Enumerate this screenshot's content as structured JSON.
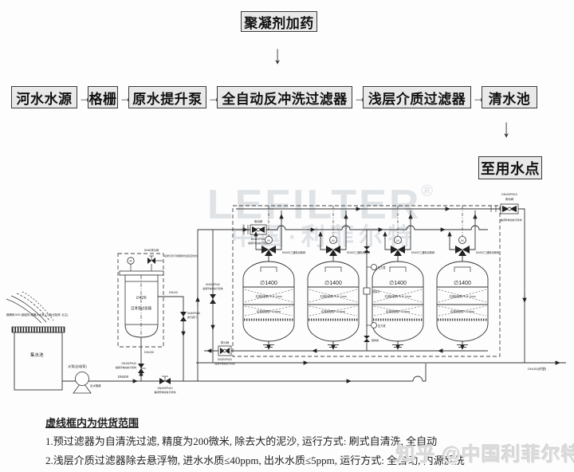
{
  "flowchart": {
    "top_box": "聚凝剂加药",
    "steps": [
      "河水水源",
      "格栅",
      "原水提升泵",
      "全自动反冲洗过滤器",
      "浅层介质过滤器",
      "清水池"
    ],
    "end_box": "至用水点",
    "arrow_right": "→",
    "arrow_down": "↓"
  },
  "watermarks": {
    "logo_text": "LEFILTER",
    "logo_reg": "®",
    "logo_cn": "中国·利菲尔特",
    "zhihu": "知乎 @中国利菲尔特"
  },
  "pid": {
    "screen_note": "格栅网:5X5 (钢结构,格栅从水池上方取出检修, 业主)",
    "pool_label": "集水池",
    "pump_label": "水泵(自吸泵)",
    "motor": "M",
    "labels": {
      "dn200": "DN200",
      "discharge_note": "出水管道",
      "dn150": "DN150",
      "dn100": "DN100",
      "dn150pn10": "DN150PN10",
      "dn200pn10": "DN200PN10",
      "dn100pn10": "DN100PN10",
      "dn40pn10": "DN40PN10",
      "valve_note": "蝶阀带电动执行机构",
      "motor_valve": "电动阀",
      "drain_valve": "排污阀",
      "drain_valve2": "排污阀门",
      "dn40_drain": "DN40排污阀",
      "drain_hose_note": "接排污管不锈钢软管连接至地沟",
      "three_way": "DN100三通电动球阀",
      "outlet_pipe": "DN100(衬塑)"
    },
    "prefilter": {
      "diameter": "∅426",
      "name": "自清洗过滤器"
    },
    "tank": {
      "diameter": "∅1400",
      "layer1": "石英砂滤料: 0.5~1mm",
      "layer2": "石英砂垫层: 2~4mm"
    },
    "instruments": {
      "pressure": "压力表",
      "flow": "流量计",
      "sample": "取样阀"
    }
  },
  "notes": {
    "title": "虚线框内为供货范围",
    "line1": "1.预过滤器为自清洗过滤, 精度为200微米, 除去大的泥沙, 运行方式: 刷式自清洗, 全自动",
    "line2": "2.浅层介质过滤器除去悬浮物, 进水水质≤40ppm, 出水水质≤5ppm, 运行方式: 全自动, 内源反洗"
  }
}
